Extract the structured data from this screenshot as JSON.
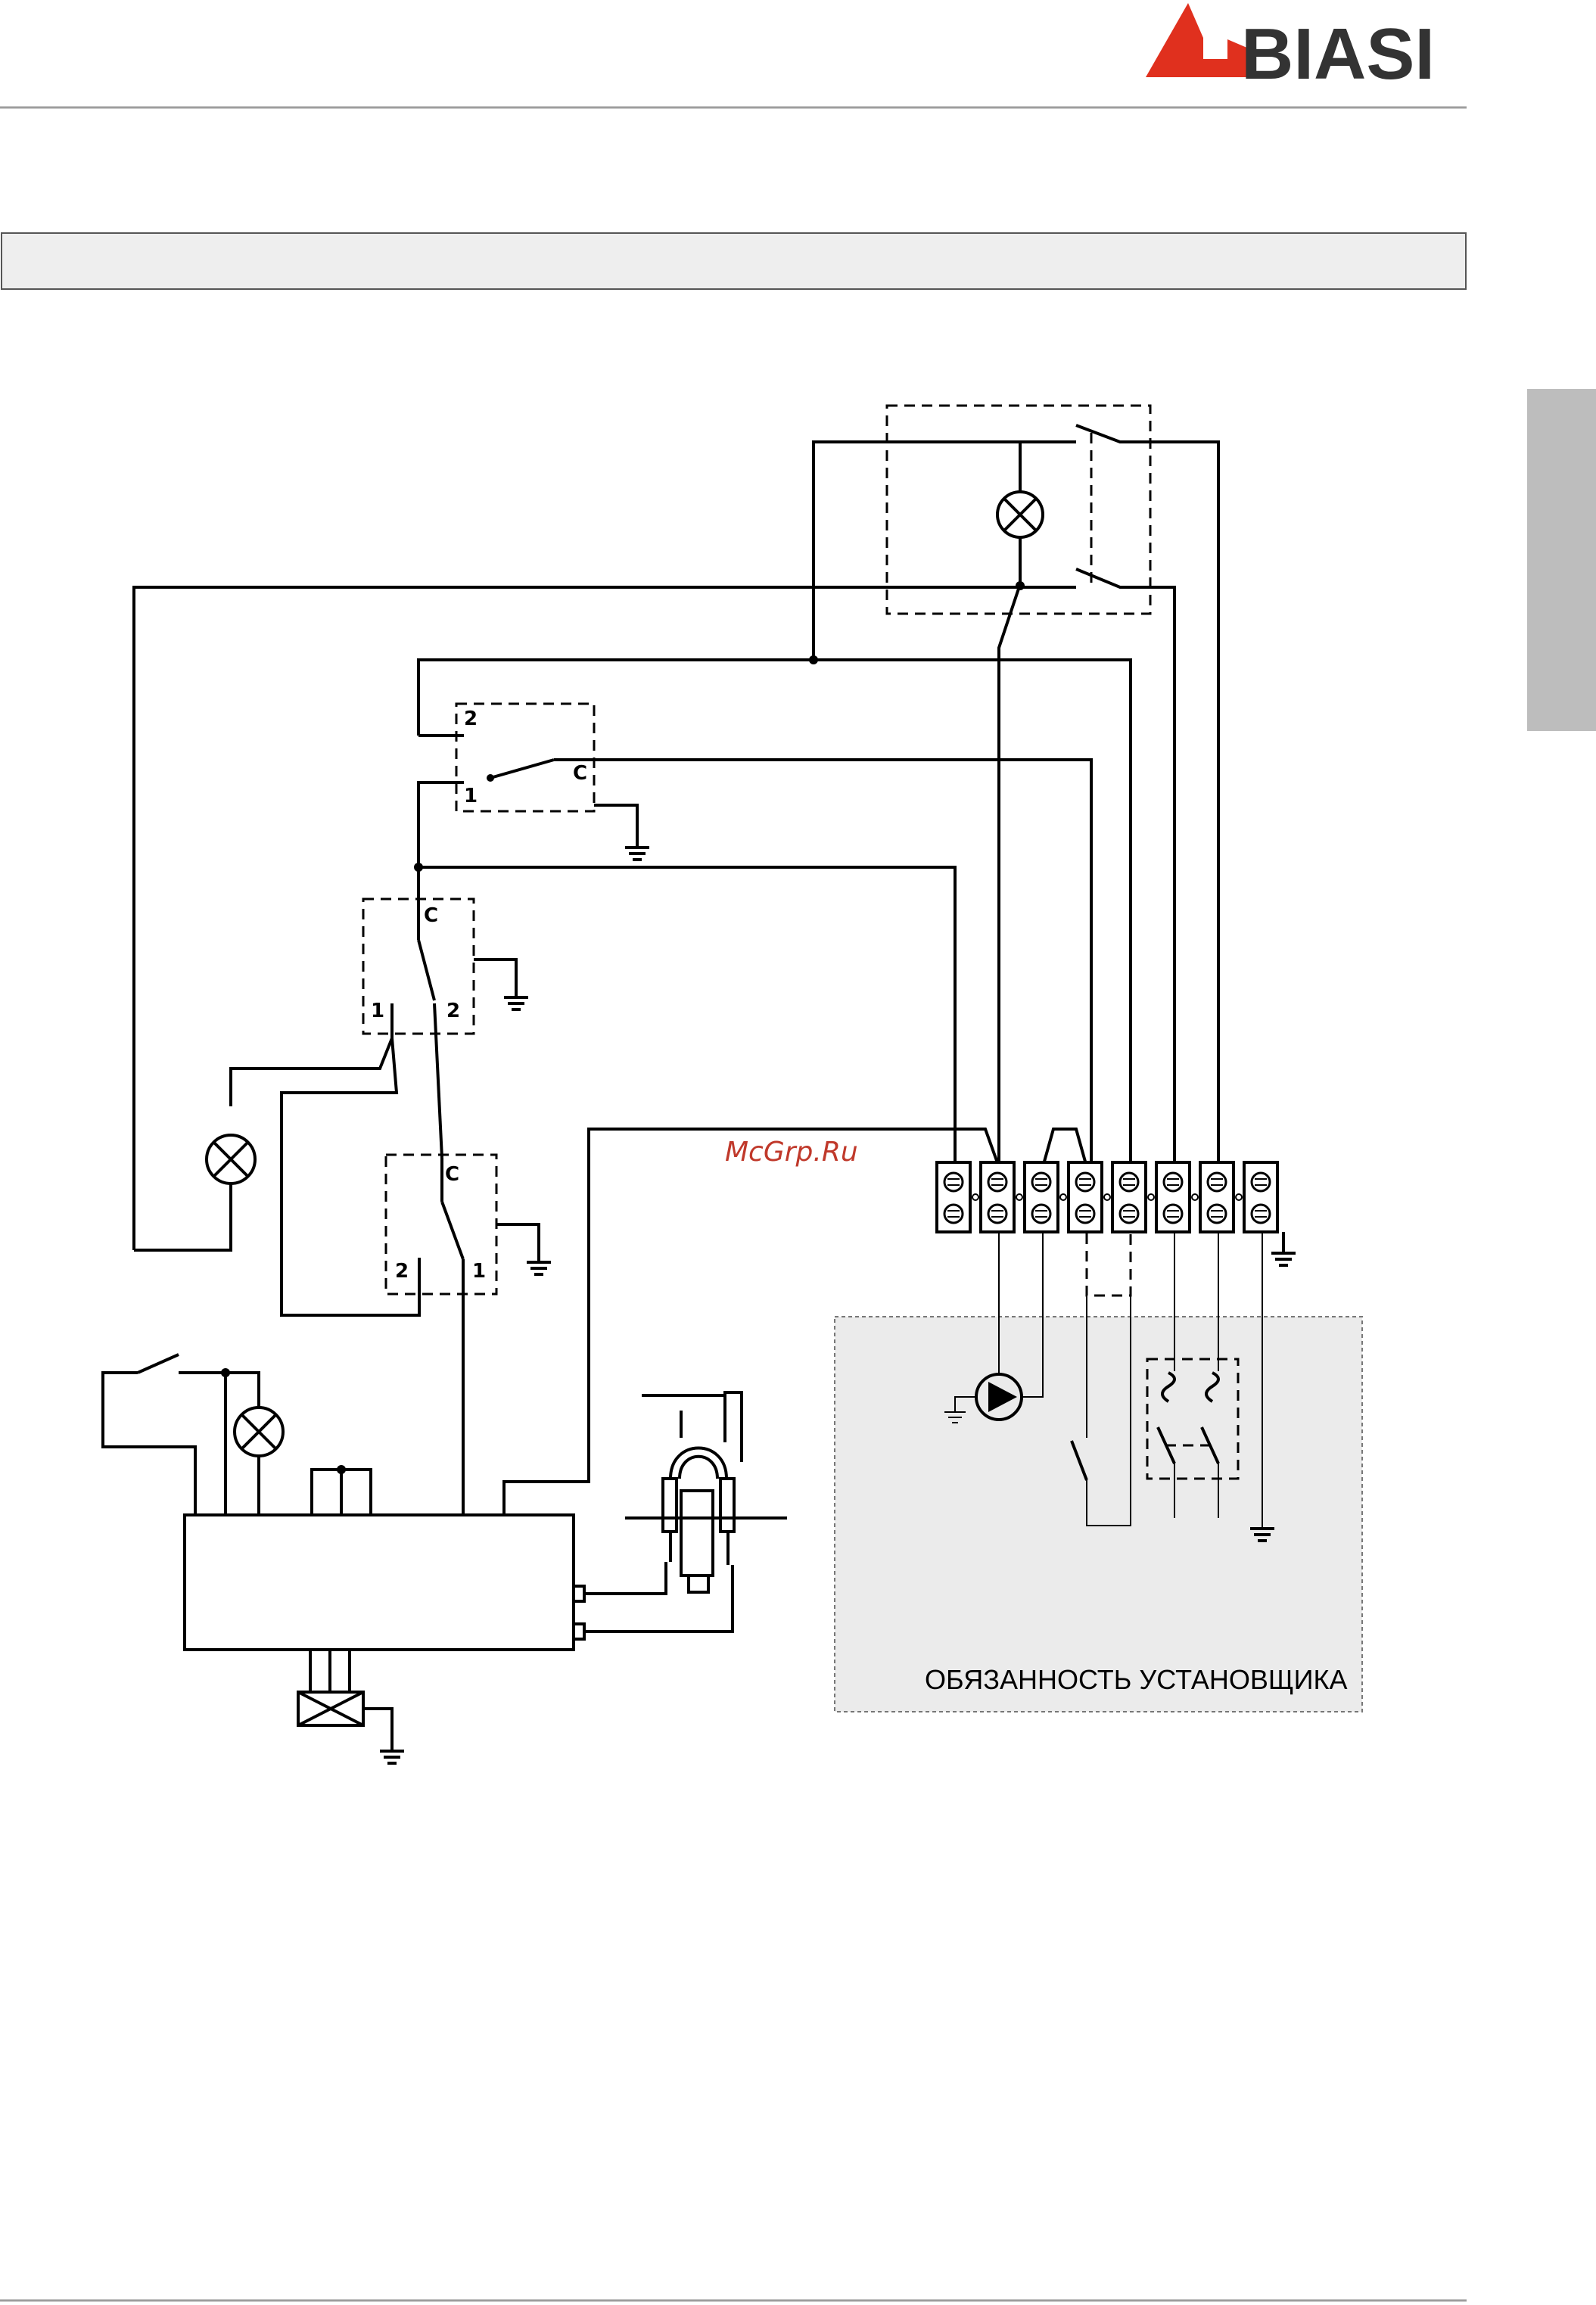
{
  "brand": {
    "name": "BIASI",
    "accent_color": "#e0301e"
  },
  "watermark": "McGrp.Ru",
  "installer_area": {
    "label": "ОБЯЗАННОСТЬ УСТАНОВЩИКА"
  },
  "switch_pins": {
    "top": {
      "common": "C",
      "a": "2",
      "b": "1"
    },
    "middle": {
      "common": "C",
      "a": "1",
      "b": "2"
    },
    "bottom": {
      "common": "C",
      "a": "2",
      "b": "1"
    }
  },
  "terminal_count": 8,
  "colors": {
    "side_tab": "#bdbdbd",
    "header_bar": "#eeeeee",
    "installer_fill": "#ebebeb",
    "rule": "#9e9e9e"
  }
}
